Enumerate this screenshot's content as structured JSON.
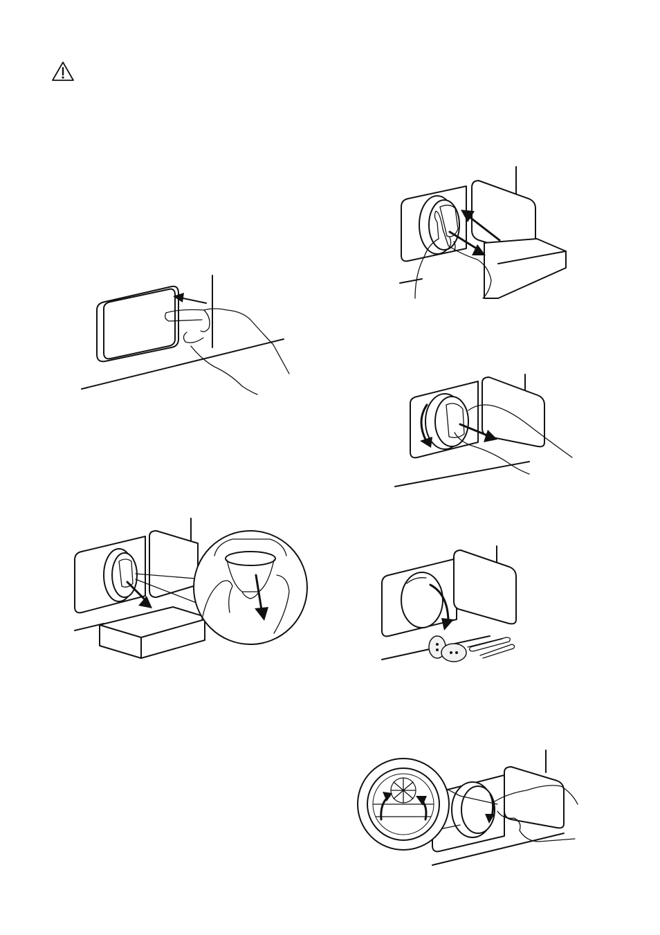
{
  "page": {
    "icons": {
      "warning": "warning-triangle-icon"
    },
    "figures": [
      {
        "id": "open-filter-flap",
        "hint": "hand-pressing-flap"
      },
      {
        "id": "pull-emergency-hose",
        "hint": "draining-water"
      },
      {
        "id": "drain-into-container",
        "hint": "container-under-hose"
      },
      {
        "id": "unscrew-filter",
        "hint": "rotate-filter"
      },
      {
        "id": "remove-foreign-bodies",
        "hint": "coins-clips-removed"
      },
      {
        "id": "rotate-pump-impeller",
        "hint": "check-impeller"
      }
    ]
  }
}
